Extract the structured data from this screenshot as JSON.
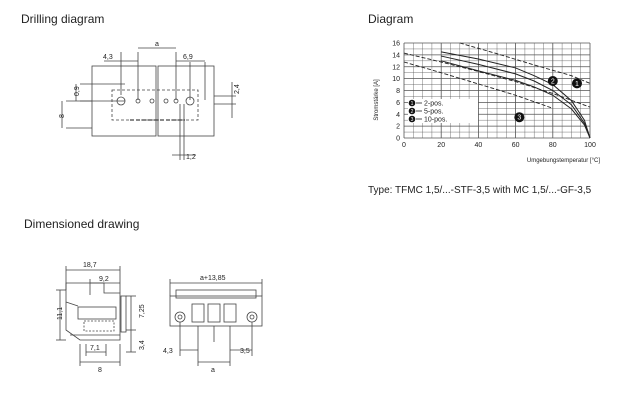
{
  "sections": {
    "drilling_title": "Drilling diagram",
    "diagram_title": "Diagram",
    "dimensioned_title": "Dimensioned drawing"
  },
  "drilling": {
    "dims": {
      "a": "a",
      "d43": "4,3",
      "d69": "6,9",
      "d09": "0,9",
      "d24": "2,4",
      "d8": "8",
      "d12": "1,2"
    }
  },
  "chart_data": {
    "type": "line",
    "title": "",
    "xlabel": "Umgebungstemperatur [°C]",
    "ylabel": "Stromstärke [A]",
    "xlim": [
      0,
      100
    ],
    "ylim": [
      0,
      16
    ],
    "xticks": [
      "0",
      "20",
      "40",
      "60",
      "80",
      "100"
    ],
    "yticks": [
      "0",
      "2",
      "4",
      "6",
      "8",
      "10",
      "12",
      "14",
      "16"
    ],
    "grid": true,
    "legend_position": "bottom-left",
    "series": [
      {
        "name": "2-pos.",
        "marker": "1",
        "solid": {
          "x": [
            20,
            40,
            60,
            70,
            80,
            90,
            97,
            100
          ],
          "y": [
            14.5,
            13.3,
            11.8,
            10.5,
            9.0,
            6.3,
            3.0,
            0
          ]
        },
        "dashed": {
          "x": [
            30,
            50,
            70,
            90,
            100
          ],
          "y": [
            16,
            14.2,
            12.3,
            10.5,
            9.2
          ]
        }
      },
      {
        "name": "5-pos.",
        "marker": "2",
        "solid": {
          "x": [
            20,
            40,
            60,
            70,
            80,
            90,
            97,
            100
          ],
          "y": [
            13.8,
            12.4,
            10.8,
            9.6,
            8.0,
            5.6,
            2.5,
            0
          ]
        },
        "dashed": {
          "x": [
            0,
            20,
            40,
            60,
            80,
            100
          ],
          "y": [
            14.3,
            12.8,
            11.2,
            9.5,
            7.5,
            5.2
          ]
        }
      },
      {
        "name": "10-pos.",
        "marker": "3",
        "solid": {
          "x": [
            20,
            40,
            60,
            70,
            80,
            90,
            97,
            100
          ],
          "y": [
            13.0,
            11.3,
            9.7,
            8.6,
            7.2,
            4.9,
            2.2,
            0
          ]
        },
        "dashed": {
          "x": [
            0,
            20,
            40,
            60,
            80
          ],
          "y": [
            12.8,
            11.0,
            9.1,
            7.2,
            5.0
          ]
        }
      }
    ],
    "caption": "Type: TFMC 1,5/...-STF-3,5 with MC 1,5/...-GF-3,5"
  },
  "dimensioned": {
    "dims": {
      "d187": "18,7",
      "d92": "9,2",
      "d111": "11,1",
      "d725": "7,25",
      "d71": "7,1",
      "d8": "8",
      "d34": "3,4",
      "top": "a+13,85",
      "d43": "4,3",
      "d35": "3,5",
      "a": "a"
    }
  }
}
